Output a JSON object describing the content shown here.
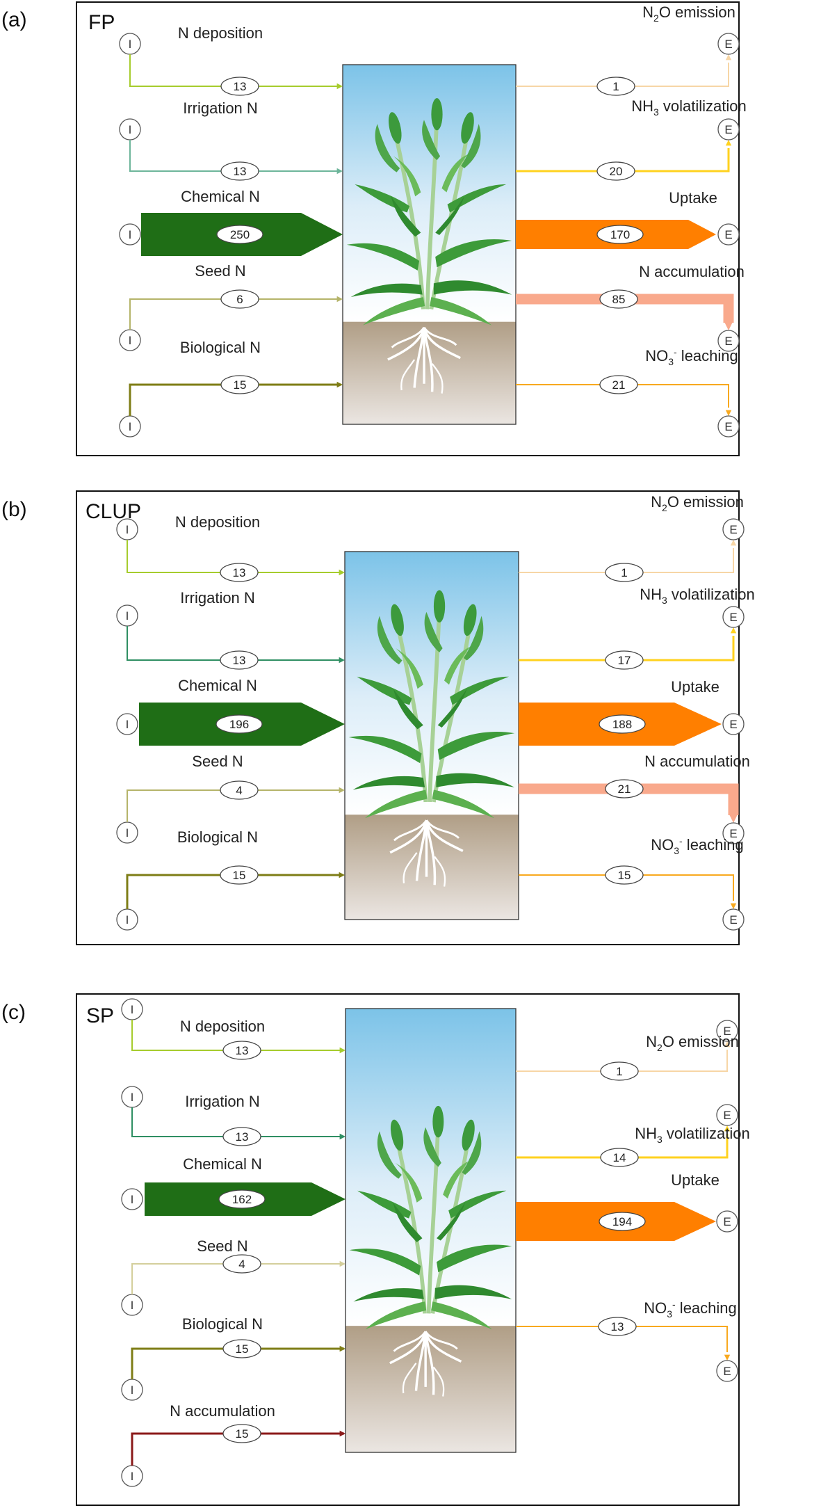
{
  "panels": [
    {
      "id": "a",
      "letter": "(a)",
      "scenario": "FP",
      "inputs": [
        {
          "label": "N deposition",
          "value": "13",
          "color": "#a6cc2d"
        },
        {
          "label": "Irrigation N",
          "value": "13",
          "color": "#6db59a"
        },
        {
          "label": "Chemical N",
          "value": "250",
          "color": "#1f6e16"
        },
        {
          "label": "Seed N",
          "value": "6",
          "color": "#b5b46a"
        },
        {
          "label": "Biological N",
          "value": "15",
          "color": "#7e7d16"
        }
      ],
      "outputs": [
        {
          "label": "N2O emission",
          "value": "1",
          "color": "#f7d6a6"
        },
        {
          "label": "NH3 volatilization",
          "value": "20",
          "color": "#ffd21f"
        },
        {
          "label": "Uptake",
          "value": "170",
          "color": "#ff7f00"
        },
        {
          "label": "N accumulation",
          "value": "85",
          "color": "#f9a98c"
        },
        {
          "label": "NO3- leaching",
          "value": "21",
          "color": "#f8a91f"
        }
      ]
    },
    {
      "id": "b",
      "letter": "(b)",
      "scenario": "CLUP",
      "inputs": [
        {
          "label": "N deposition",
          "value": "13",
          "color": "#a6cc2d"
        },
        {
          "label": "Irrigation N",
          "value": "13",
          "color": "#2f8f63"
        },
        {
          "label": "Chemical N",
          "value": "196",
          "color": "#1f6e16"
        },
        {
          "label": "Seed N",
          "value": "4",
          "color": "#b5b46a"
        },
        {
          "label": "Biological N",
          "value": "15",
          "color": "#7e7d16"
        }
      ],
      "outputs": [
        {
          "label": "N2O emission",
          "value": "1",
          "color": "#f7d6a6"
        },
        {
          "label": "NH3 volatilization",
          "value": "17",
          "color": "#ffd21f"
        },
        {
          "label": "Uptake",
          "value": "188",
          "color": "#ff7f00"
        },
        {
          "label": "N accumulation",
          "value": "21",
          "color": "#f9a98c"
        },
        {
          "label": "NO3- leaching",
          "value": "15",
          "color": "#f8a91f"
        }
      ]
    },
    {
      "id": "c",
      "letter": "(c)",
      "scenario": "SP",
      "inputs": [
        {
          "label": "N deposition",
          "value": "13",
          "color": "#a6cc2d"
        },
        {
          "label": "Irrigation N",
          "value": "13",
          "color": "#2f8f63"
        },
        {
          "label": "Chemical N",
          "value": "162",
          "color": "#1f6e16"
        },
        {
          "label": "Seed N",
          "value": "4",
          "color": "#d4cf9c"
        },
        {
          "label": "Biological N",
          "value": "15",
          "color": "#7e7d16"
        },
        {
          "label": "N accumulation",
          "value": "15",
          "color": "#8b1a1a"
        }
      ],
      "outputs": [
        {
          "label": "N2O emission",
          "value": "1",
          "color": "#f7d6a6"
        },
        {
          "label": "NH3 volatilization",
          "value": "14",
          "color": "#ffd21f"
        },
        {
          "label": "Uptake",
          "value": "194",
          "color": "#ff7f00"
        },
        {
          "label": "NO3- leaching",
          "value": "13",
          "color": "#f8a91f"
        }
      ]
    }
  ],
  "node_labels": {
    "input": "I",
    "emission": "E"
  }
}
